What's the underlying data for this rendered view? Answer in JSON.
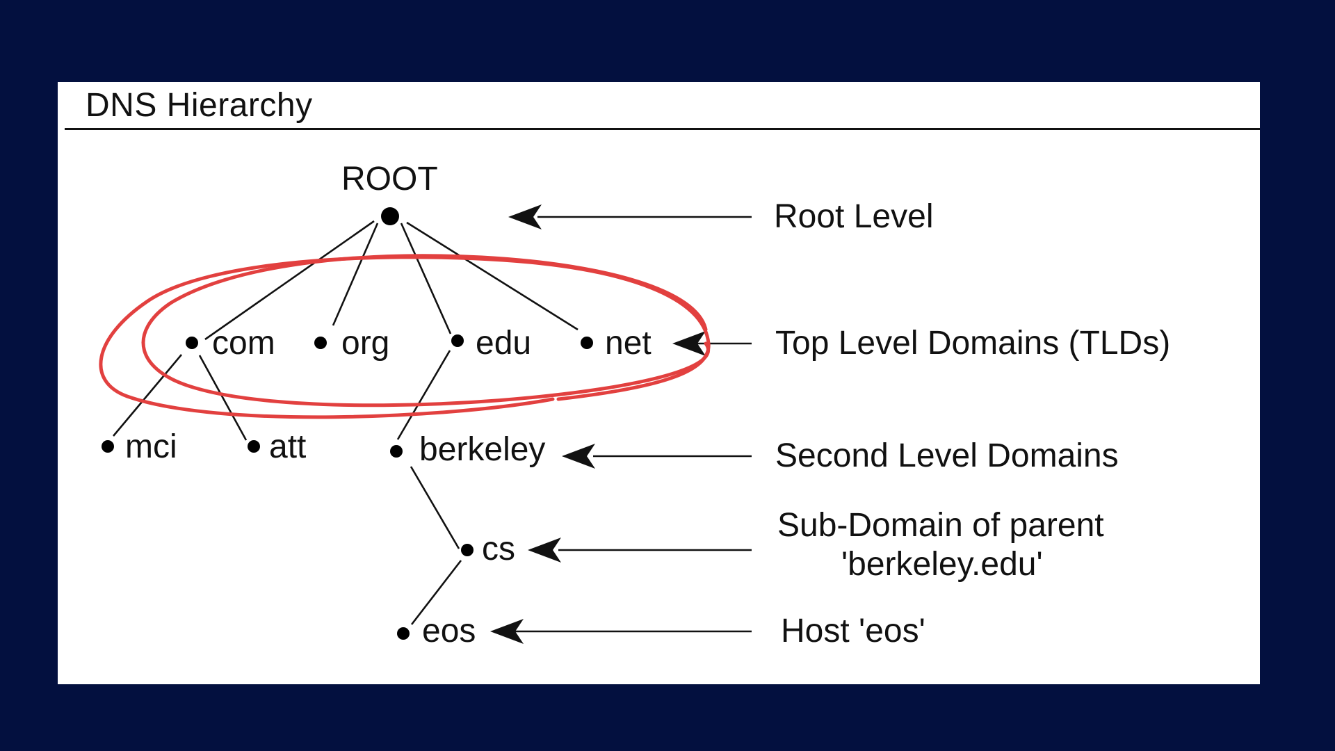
{
  "title": "DNS Hierarchy",
  "tree": {
    "root": "ROOT",
    "tlds": [
      "com",
      "org",
      "edu",
      "net"
    ],
    "second_level": [
      "mci",
      "att",
      "berkeley"
    ],
    "subdomain": "cs",
    "host": "eos"
  },
  "levels": {
    "root_level": "Root Level",
    "tld_level": "Top Level Domains (TLDs)",
    "second_level": "Second Level Domains",
    "subdomain_line1": "Sub-Domain of parent",
    "subdomain_line2": "'berkeley.edu'",
    "host_level": "Host 'eos'"
  },
  "colors": {
    "background": "#03103f",
    "panel": "#ffffff",
    "highlight": "#e2403f"
  }
}
